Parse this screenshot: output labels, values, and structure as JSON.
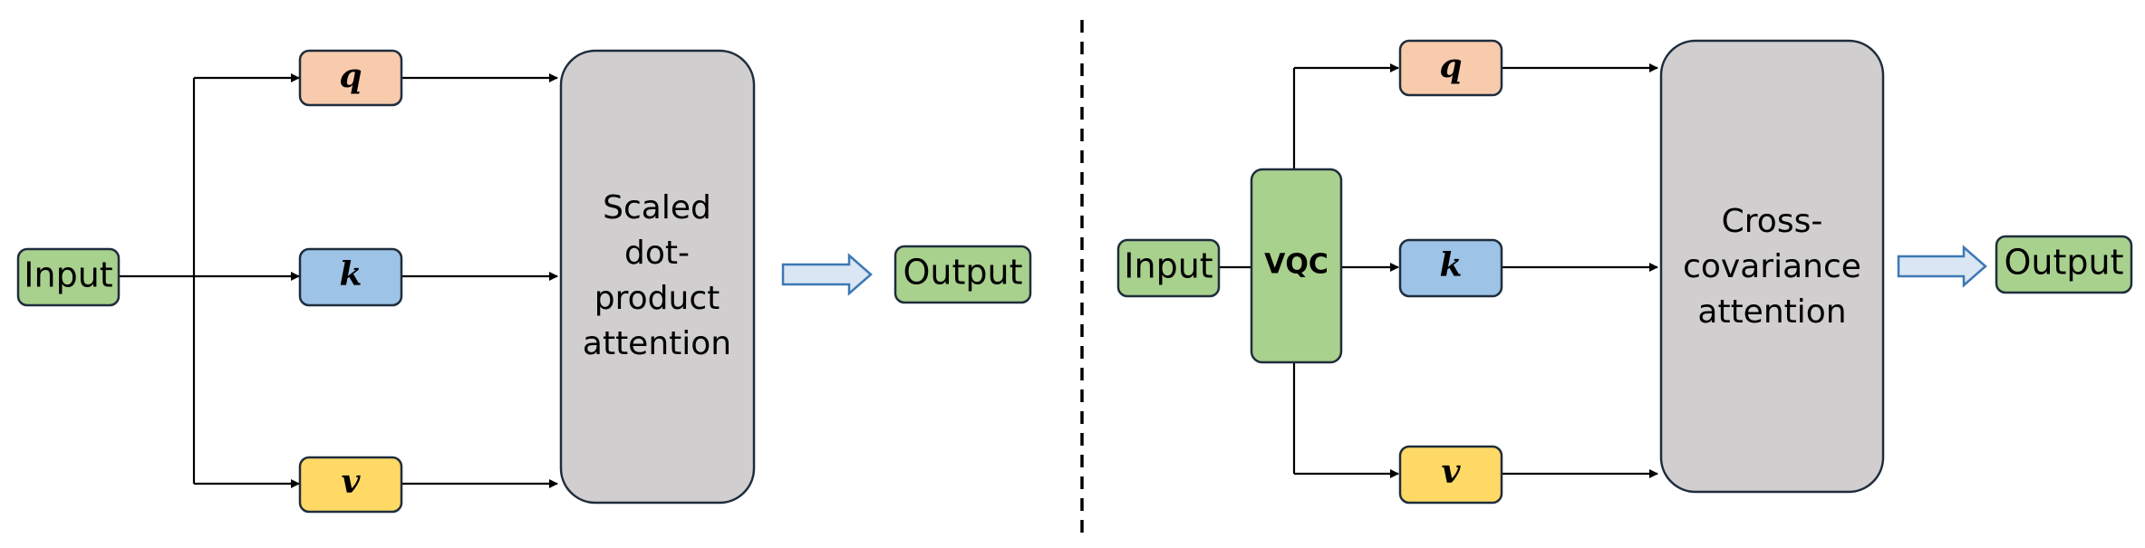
{
  "colors": {
    "input_fill": "#a9d18e",
    "q_fill": "#f8cbad",
    "k_fill": "#9dc3e6",
    "v_fill": "#ffd966",
    "attention_fill": "#d0cece",
    "arrow_fill": "#dae6f3",
    "arrow_stroke": "#3d78b5"
  },
  "left_panel": {
    "input_label": "Input",
    "q_label": "q",
    "k_label": "k",
    "v_label": "v",
    "attention_lines": [
      "Scaled",
      "dot-",
      "product",
      "attention"
    ],
    "output_label": "Output"
  },
  "right_panel": {
    "input_label": "Input",
    "vqc_label": "VQC",
    "q_label": "q",
    "k_label": "k",
    "v_label": "v",
    "attention_lines": [
      "Cross-",
      "covariance",
      "attention"
    ],
    "output_label": "Output"
  }
}
